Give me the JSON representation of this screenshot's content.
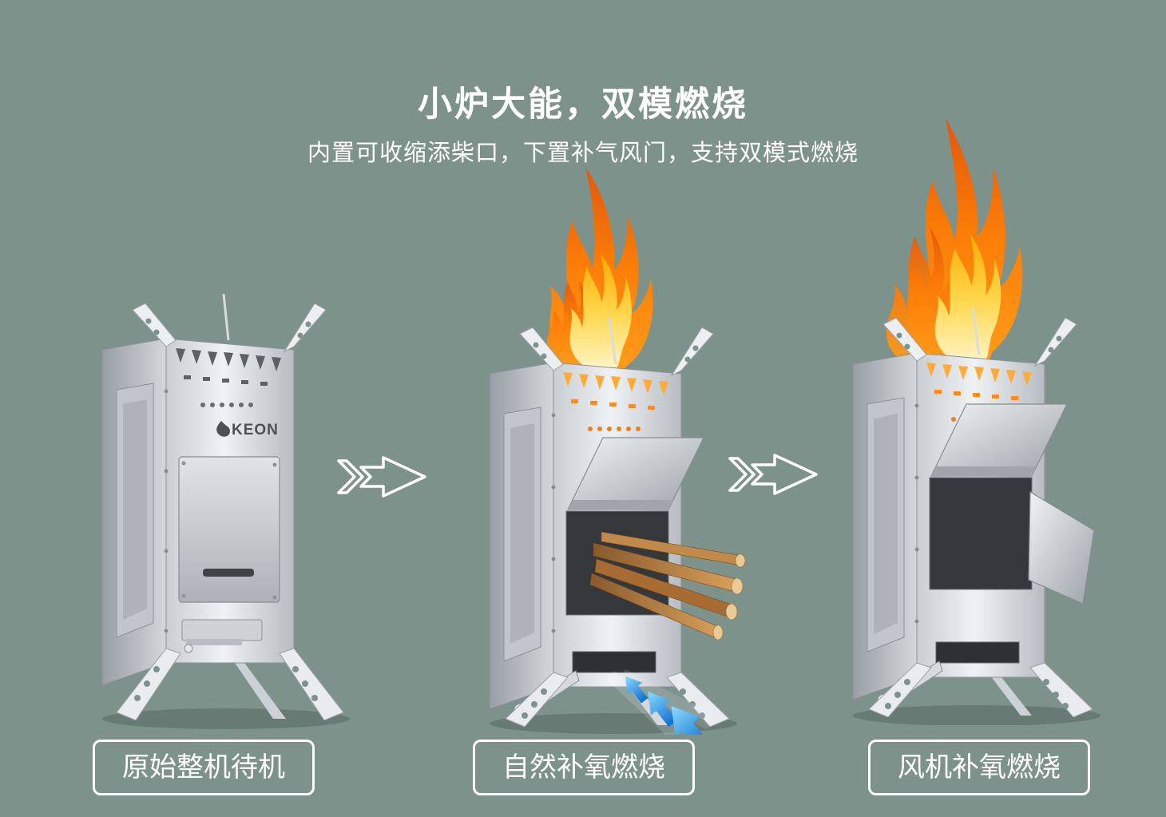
{
  "page": {
    "background_color": "#7e928c"
  },
  "header": {
    "title": "小炉大能，双模燃烧",
    "subtitle": "内置可收缩添柴口，下置补气风门，支持双模式燃烧"
  },
  "brand": {
    "logo_text": "KEON"
  },
  "stages": [
    {
      "id": "standby",
      "label": "原始整机待机"
    },
    {
      "id": "natural-oxygen",
      "label": "自然补氧燃烧"
    },
    {
      "id": "fan-oxygen",
      "label": "风机补氧燃烧"
    }
  ],
  "icons": {
    "process_arrow": "outlined-double-chevron-right-arrow",
    "airflow": "blue-up-arrows"
  },
  "colors": {
    "background": "#7e928c",
    "text": "#ffffff",
    "flame_outer": "#f0720e",
    "flame_inner": "#ffd34d",
    "airflow_blue": "#1d8fe0",
    "steel": "#e9ecee"
  }
}
